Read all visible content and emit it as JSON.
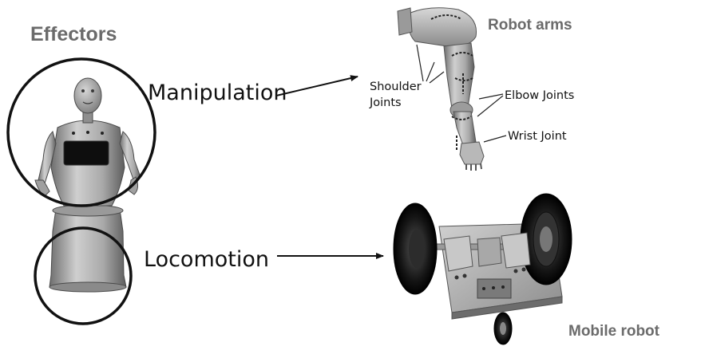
{
  "title": "Effectors",
  "categories": {
    "manipulation": "Manipulation",
    "locomotion": "Locomotion"
  },
  "examples": {
    "robot_arms": {
      "title": "Robot arms",
      "labels": {
        "shoulder": "Shoulder Joints",
        "elbow": "Elbow Joints",
        "wrist": "Wrist Joint"
      }
    },
    "mobile_robot": {
      "title": "Mobile robot"
    }
  },
  "colors": {
    "heading_grey": "#6b6b6b",
    "text_black": "#111111"
  }
}
